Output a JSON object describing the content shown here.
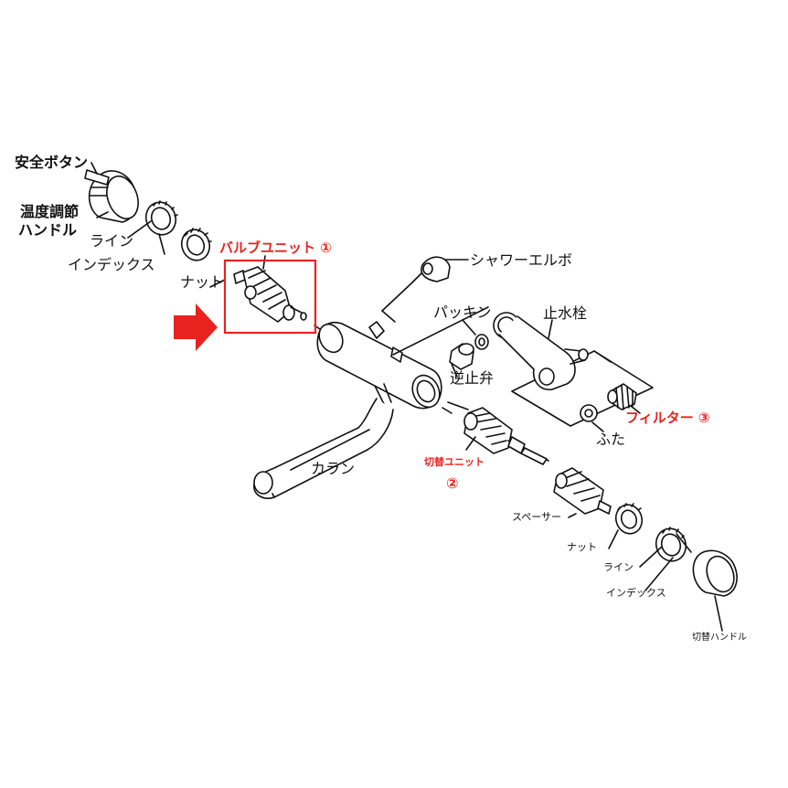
{
  "labels": {
    "anzen_button": "安全ボタン",
    "ondo_handle_1": "温度調節",
    "ondo_handle_2": "ハンドル",
    "line_left": "ライン",
    "index_left": "インデックス",
    "nut_left": "ナット",
    "valve_unit": "バルブユニット ①",
    "shower_elbow": "シャワーエルボ",
    "packing": "パッキン",
    "shisuisen": "止水栓",
    "gyakushiben": "逆止弁",
    "filter": "フィルター ③",
    "futa": "ふた",
    "karan": "カラン",
    "kirikae_unit": "切替ユニット",
    "kirikae_unit_num": "②",
    "spacer": "スペーサー",
    "nut_right": "ナット",
    "line_right": "ライン",
    "index_right": "インデックス",
    "kirikae_handle": "切替ハンドル"
  },
  "colors": {
    "accent_red": "#e8231f",
    "line": "#111111",
    "background": "#ffffff"
  },
  "icons": {
    "pointer": "right-arrow-icon"
  }
}
